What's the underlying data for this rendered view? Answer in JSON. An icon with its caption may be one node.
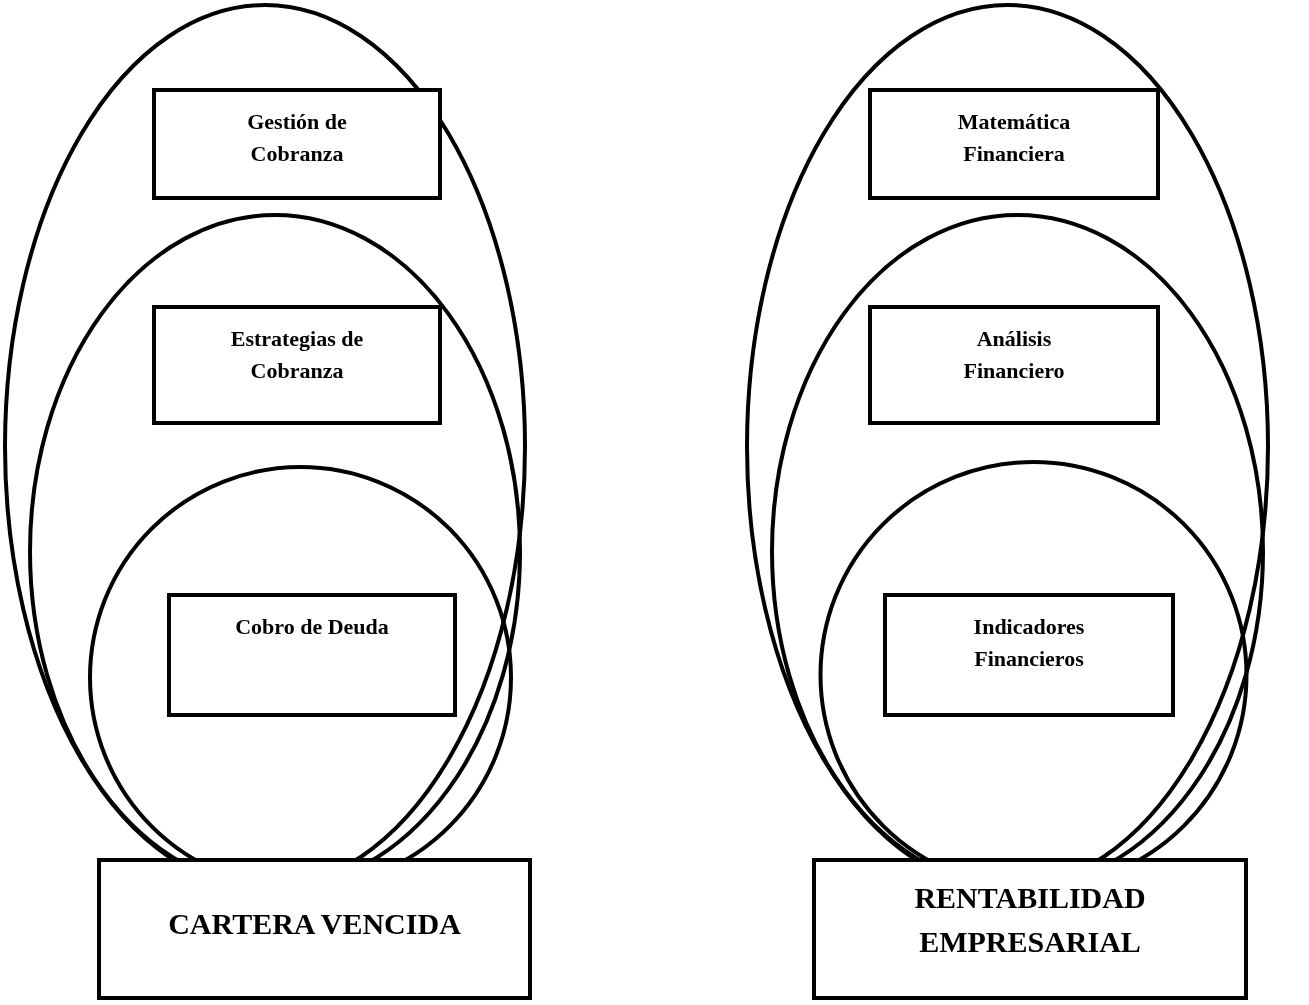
{
  "diagram": {
    "nodes": [
      {
        "text": [],
        "shape": "ellipse"
      },
      {
        "text": [
          "Gestión de Cobranza"
        ],
        "in": 0
      },
      {
        "text": [],
        "shape": "ellipse",
        "in": 0
      },
      {
        "text": [
          "Estrategias de Cobranza"
        ],
        "in": 2
      },
      {
        "text": [],
        "shape": "circle",
        "in": 2
      },
      {
        "text": [
          "Cobro de Deuda"
        ],
        "in": 4
      },
      {
        "text": [
          "CARTERA VENCIDA"
        ]
      },
      {
        "text": [],
        "shape": "ellipse"
      },
      {
        "text": [
          "Matemática Financiera"
        ],
        "in": 7
      },
      {
        "text": [],
        "shape": "ellipse",
        "in": 7
      },
      {
        "text": [
          "Análisis Financiero"
        ],
        "in": 9
      },
      {
        "text": [],
        "shape": "circle",
        "in": 9
      },
      {
        "text": [
          "Indicadores Financieros"
        ],
        "in": 11
      },
      {
        "text": [
          "RENTABILIDAD EMPRESARIAL"
        ]
      }
    ],
    "edges": []
  }
}
